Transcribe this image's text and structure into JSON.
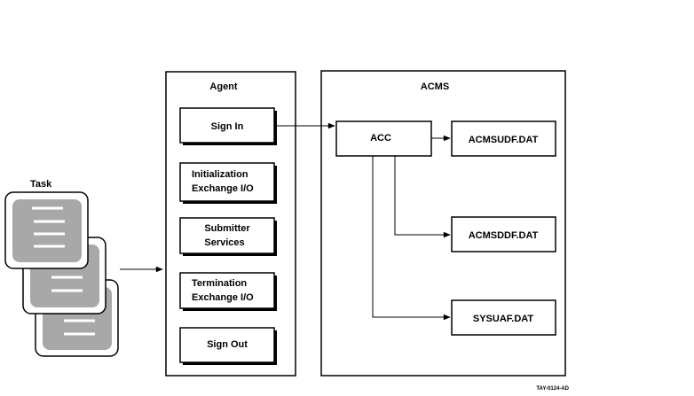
{
  "task": {
    "label": "Task"
  },
  "agent": {
    "title": "Agent",
    "sign_in": "Sign In",
    "init_exchange_1": "Initialization",
    "init_exchange_2": "Exchange I/O",
    "submitter_1": "Submitter",
    "submitter_2": "Services",
    "termination_1": "Termination",
    "termination_2": "Exchange I/O",
    "sign_out": "Sign Out"
  },
  "acms": {
    "title": "ACMS",
    "acc": "ACC",
    "acmsudf": "ACMSUDF.DAT",
    "acmsddf": "ACMSDDF.DAT",
    "sysuaf": "SYSUAF.DAT"
  },
  "figure_id": "TAY-0124-AD",
  "colors": {
    "line": "#000000",
    "doc_fill": "#a8a8a8",
    "background": "#ffffff"
  }
}
